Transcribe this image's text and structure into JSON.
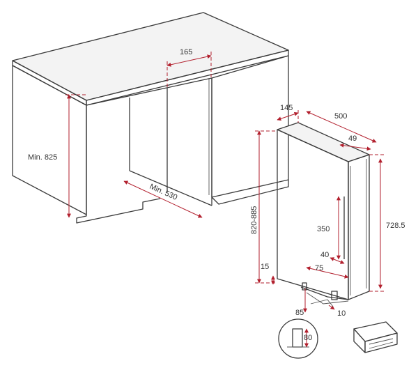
{
  "colors": {
    "outline": "#3a3a3a",
    "dimension": "#b21f2d",
    "text": "#333333"
  },
  "labels": {
    "top_gap": "165",
    "cabinet_height": "Min. 825",
    "cabinet_depth": "Min. 530",
    "top_depth": "145",
    "unit_depth": "500",
    "door_offset": "49",
    "height_range": "820-885",
    "unit_height": "728.5",
    "handle_length": "350",
    "handle_gap": "40",
    "bottom_offset": "75",
    "foot_height": "15",
    "foot_left": "85",
    "foot_right": "10",
    "vent_height": "80"
  }
}
